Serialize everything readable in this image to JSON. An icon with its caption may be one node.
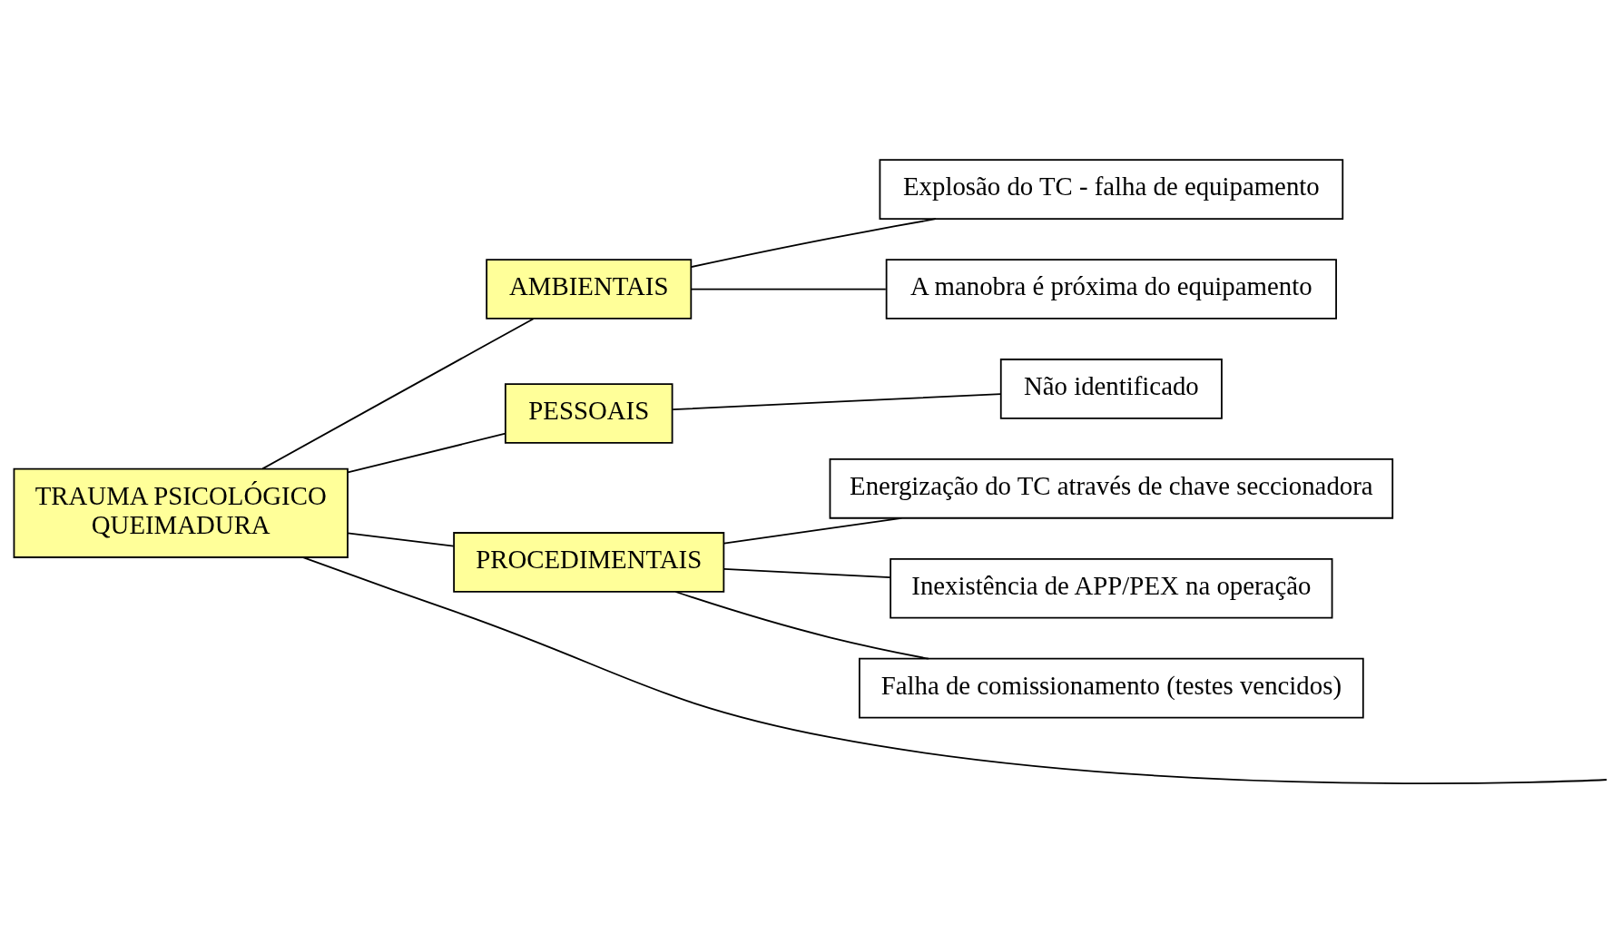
{
  "diagram": {
    "nodes": [
      {
        "text": [
          "TRAUMA PSICOLÓGICO",
          "QUEIMADURA"
        ]
      },
      {
        "text": [
          "AMBIENTAIS"
        ]
      },
      {
        "text": [
          "Explosão do TC - falha de equipamento"
        ]
      },
      {
        "text": [
          "A manobra é próxima do equipamento"
        ]
      },
      {
        "text": [
          "PESSOAIS"
        ]
      },
      {
        "text": [
          "Não identificado"
        ]
      },
      {
        "text": [
          "Energização do TC através de chave seccionadora"
        ]
      },
      {
        "text": [
          "Inexistência de APP/PEX na operação"
        ]
      },
      {
        "text": [
          "Falha de comissionamento (testes vencidos)"
        ]
      },
      {
        "text": [
          "PROCEDIMENTAIS"
        ]
      }
    ],
    "edges": [
      {
        "from": 0,
        "to": null,
        "arrow": "none"
      },
      {
        "from": 1,
        "to": 0,
        "arrow": "none"
      },
      {
        "from": 2,
        "to": 1,
        "arrow": "none"
      },
      {
        "from": 3,
        "to": 1,
        "arrow": "none"
      },
      {
        "from": 4,
        "to": 0,
        "arrow": "none"
      },
      {
        "from": 5,
        "to": 4,
        "arrow": "none"
      },
      {
        "from": 6,
        "to": 9,
        "arrow": "none"
      },
      {
        "from": 7,
        "to": 9,
        "arrow": "none"
      },
      {
        "from": 8,
        "to": 9,
        "arrow": "none"
      },
      {
        "from": 9,
        "to": 0,
        "arrow": "none"
      }
    ]
  }
}
